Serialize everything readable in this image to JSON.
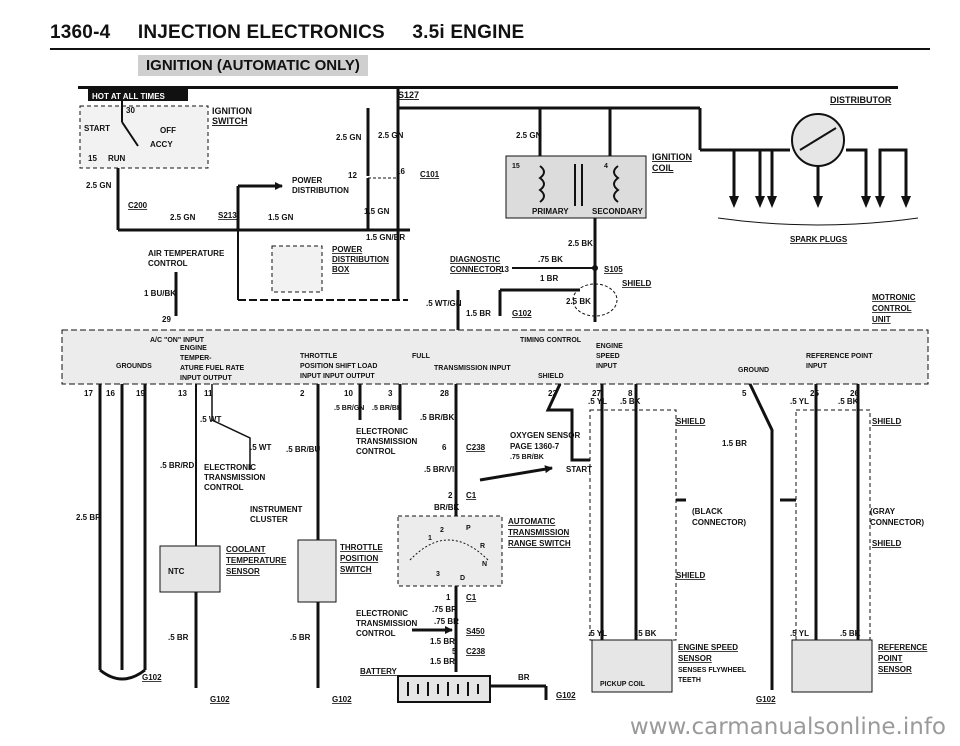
{
  "header": {
    "page": "1360-4",
    "section": "INJECTION ELECTRONICS",
    "engine": "3.5i ENGINE"
  },
  "banner": "IGNITION (AUTOMATIC ONLY)",
  "hot_label": "HOT AT ALL TIMES",
  "watermark": "www.carmanualsonline.info",
  "components": {
    "ignition_switch": "IGNITION SWITCH",
    "switch_positions": {
      "start": "START",
      "off": "OFF",
      "accy": "ACCY",
      "run": "RUN",
      "p30": "30",
      "p15": "15"
    },
    "power_distribution": "POWER DISTRIBUTION",
    "power_distribution_box": "POWER DISTRIBUTION BOX",
    "ignition_coil": "IGNITION COIL",
    "primary": "PRIMARY",
    "secondary": "SECONDARY",
    "distributor": "DISTRIBUTOR",
    "spark_plugs": "SPARK PLUGS",
    "motronic": "MOTRONIC CONTROL UNIT",
    "air_temp": "AIR TEMPERATURE CONTROL",
    "diagnostic": "DIAGNOSTIC CONNECTOR",
    "shield": "SHIELD",
    "timing_control": "TIMING CONTROL",
    "etc_1": "ELECTRONIC TRANSMISSION CONTROL",
    "etc_2": "ELECTRONIC TRANSMISSION CONTROL",
    "etc_3": "ELECTRONIC TRANSMISSION CONTROL",
    "instrument_cluster": "INSTRUMENT CLUSTER",
    "coolant_sensor": "COOLANT TEMPERATURE SENSOR",
    "ntc": "NTC",
    "throttle_switch": "THROTTLE POSITION SWITCH",
    "oxygen_sensor": "OXYGEN SENSOR PAGE 1360-7",
    "start": "START",
    "auto_trans": "AUTOMATIC TRANSMISSION RANGE SWITCH",
    "battery": "BATTERY",
    "black_conn": "(BLACK CONNECTOR)",
    "gray_conn": "(GRAY CONNECTOR)",
    "engine_speed": "ENGINE SPEED SENSOR",
    "senses": "SENSES FLYWHEEL TEETH",
    "pickup": "PICKUP COIL",
    "ref_point": "REFERENCE POINT SENSOR"
  },
  "ecu_strip": {
    "ac": "A/C \"ON\" INPUT",
    "grounds": "GROUNDS",
    "engine_temp": "ENGINE TEMPER- ATURE INPUT",
    "fuel_rate": "FUEL RATE OUTPUT",
    "throttle_in": "THROTTLE POSITION INPUT",
    "shift_out": "SHIFT INPUT OUTPUT",
    "full_load": "FULL LOAD OUTPUT",
    "trans_in": "TRANSMISSION INPUT",
    "shield": "SHIELD",
    "engine_speed_in": "ENGINE SPEED INPUT",
    "ground": "GROUND",
    "ref_in": "REFERENCE POINT INPUT"
  },
  "connectors": [
    "S127",
    "C101",
    "C200",
    "S213",
    "S105",
    "G102",
    "C238",
    "C1",
    "S450"
  ],
  "wires": [
    "2.5 GN",
    "1.5 GN",
    "1.5 GN/BR",
    "2.5 BK",
    ".75 BK",
    "1 BR",
    "1 BU/BK",
    ".5 WT/GN",
    "1.5 BR",
    ".5 WT",
    ".5 BR/RD",
    ".5 BR/BU",
    ".5 BR/GN",
    ".5 BR/BK",
    ".5 BR/VI",
    ".75 BR/BK",
    "BR/BK",
    ".5 YL",
    ".5 BK",
    ".5 BR",
    ".75 BR",
    "BR",
    "2.5 BR"
  ],
  "pins": [
    "17",
    "16",
    "19",
    "13",
    "11",
    "2",
    "10",
    "3",
    "28",
    "12",
    "23",
    "27",
    "8",
    "5",
    "25",
    "26",
    "29",
    "1",
    "6",
    "4"
  ]
}
